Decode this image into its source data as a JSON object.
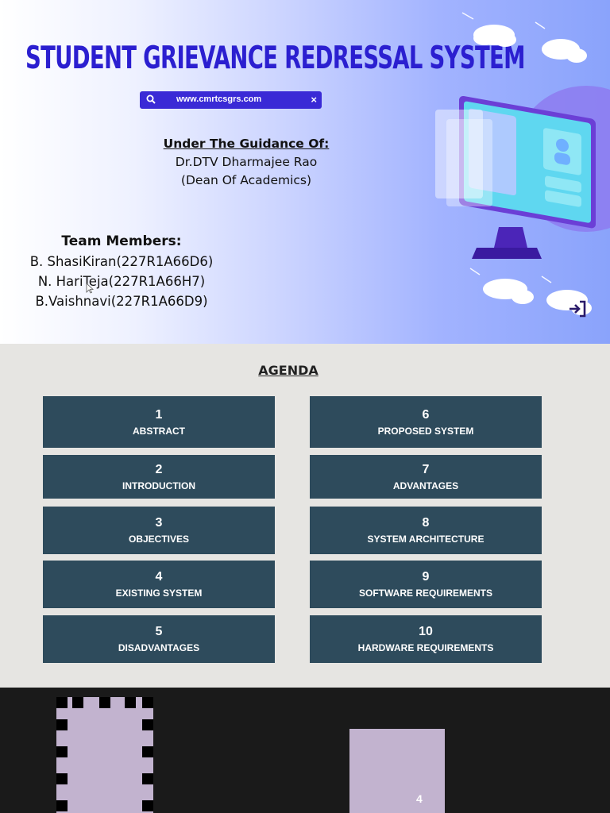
{
  "slide1": {
    "title": "STUDENT GRIEVANCE REDRESSAL SYSTEM",
    "search": {
      "url": "www.cmrtcsgrs.com",
      "close_label": "×"
    },
    "guidance": {
      "heading": "Under The Guidance Of:",
      "name": "Dr.DTV Dharmajee Rao",
      "role": "(Dean Of Academics)"
    },
    "team": {
      "heading": "Team Members:",
      "members": [
        "B. ShasiKiran(227R1A66D6)",
        "N. HariTeja(227R1A66H7)",
        "B.Vaishnavi(227R1A66D9)"
      ]
    }
  },
  "agenda": {
    "title": "AGENDA",
    "items": [
      {
        "num": "1",
        "label": "ABSTRACT"
      },
      {
        "num": "2",
        "label": "INTRODUCTION"
      },
      {
        "num": "3",
        "label": "OBJECTIVES"
      },
      {
        "num": "4",
        "label": "EXISTING SYSTEM"
      },
      {
        "num": "5",
        "label": "DISADVANTAGES"
      },
      {
        "num": "6",
        "label": "PROPOSED SYSTEM"
      },
      {
        "num": "7",
        "label": "ADVANTAGES"
      },
      {
        "num": "8",
        "label": "SYSTEM ARCHITECTURE"
      },
      {
        "num": "9",
        "label": "SOFTWARE REQUIREMENTS"
      },
      {
        "num": "10",
        "label": "HARDWARE REQUIREMENTS"
      }
    ]
  },
  "slide3": {
    "box_label": "4"
  },
  "colors": {
    "title": "#2b1fd0",
    "search_bar": "#3a2ad6",
    "card": "#2e4b5c",
    "slide2_bg": "#e6e5e2",
    "slide3_bg": "#1a1a1a",
    "lilac": "#c2b3cf"
  },
  "icons": [
    "search-icon",
    "close-icon",
    "monitor-illustration",
    "cloud-icon",
    "exit-icon",
    "cursor-icon"
  ]
}
